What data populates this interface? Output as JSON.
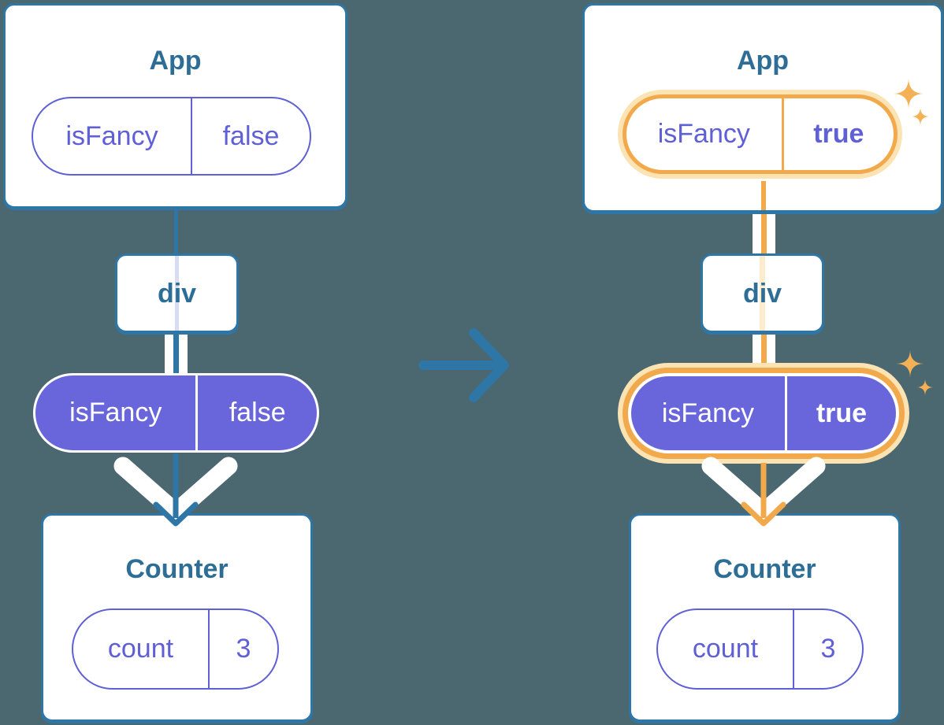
{
  "diagram": {
    "before": {
      "app": {
        "title": "App",
        "prop": {
          "name": "isFancy",
          "value": "false"
        }
      },
      "container": {
        "label": "div"
      },
      "passed_prop": {
        "name": "isFancy",
        "value": "false"
      },
      "counter": {
        "title": "Counter",
        "state": {
          "name": "count",
          "value": "3"
        }
      }
    },
    "after": {
      "app": {
        "title": "App",
        "prop": {
          "name": "isFancy",
          "value": "true"
        }
      },
      "container": {
        "label": "div"
      },
      "passed_prop": {
        "name": "isFancy",
        "value": "true"
      },
      "counter": {
        "title": "Counter",
        "state": {
          "name": "count",
          "value": "3"
        }
      }
    },
    "colors": {
      "background": "#4B6770",
      "card_border": "#2E76A6",
      "title_text": "#2E6E96",
      "purple": "#5F60D6",
      "purple_fill": "#6966DB",
      "orange": "#F2A94C",
      "orange_glow": "#FBE3B3",
      "sparkle": "#F4B055",
      "lavender_trace": "#D6DCF2",
      "peach_trace": "#FCEBCD"
    }
  }
}
